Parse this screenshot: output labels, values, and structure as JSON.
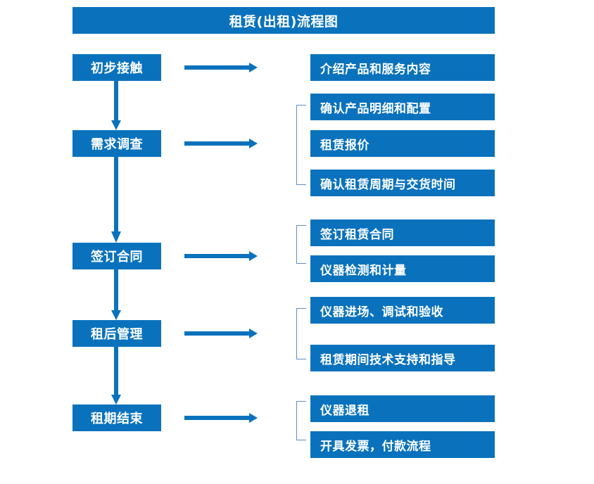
{
  "diagram": {
    "title": "租赁(出租)流程图",
    "colors": {
      "box_fill": "#0a72bd",
      "box_text": "#ffffff",
      "arrow": "#0a72bd",
      "bracket": "#5b8fc4",
      "background": "#ffffff"
    },
    "stages": [
      {
        "id": "stage-1",
        "label": "初步接触",
        "arrow_icon": "right-arrow-icon",
        "details": [
          "介绍产品和服务内容"
        ],
        "has_bracket": false,
        "next_arrow_icon": "down-arrow-icon"
      },
      {
        "id": "stage-2",
        "label": "需求调查",
        "arrow_icon": "right-arrow-icon",
        "details": [
          "确认产品明细和配置",
          "租赁报价",
          "确认租赁周期与交货时间"
        ],
        "has_bracket": true,
        "next_arrow_icon": "down-arrow-icon"
      },
      {
        "id": "stage-3",
        "label": "签订合同",
        "arrow_icon": "right-arrow-icon",
        "details": [
          "签订租赁合同",
          "仪器检测和计量"
        ],
        "has_bracket": true,
        "next_arrow_icon": "down-arrow-icon"
      },
      {
        "id": "stage-4",
        "label": "租后管理",
        "arrow_icon": "right-arrow-icon",
        "details": [
          "仪器进场、调试和验收",
          "租赁期间技术支持和指导"
        ],
        "has_bracket": true,
        "next_arrow_icon": "down-arrow-icon"
      },
      {
        "id": "stage-5",
        "label": "租期结束",
        "arrow_icon": "right-arrow-icon",
        "details": [
          "仪器退租",
          "开具发票，付款流程"
        ],
        "has_bracket": true,
        "next_arrow_icon": null
      }
    ]
  }
}
